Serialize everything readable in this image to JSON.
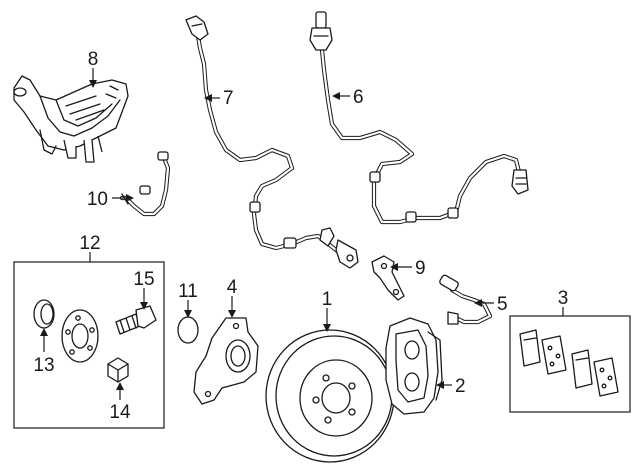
{
  "diagram": {
    "colors": {
      "line": "#1a1a1a",
      "background": "#ffffff"
    },
    "callouts": [
      {
        "id": "1",
        "text": "1"
      },
      {
        "id": "2",
        "text": "2"
      },
      {
        "id": "3",
        "text": "3"
      },
      {
        "id": "4",
        "text": "4"
      },
      {
        "id": "5",
        "text": "5"
      },
      {
        "id": "6",
        "text": "6"
      },
      {
        "id": "7",
        "text": "7"
      },
      {
        "id": "8",
        "text": "8"
      },
      {
        "id": "9",
        "text": "9"
      },
      {
        "id": "10",
        "text": "10"
      },
      {
        "id": "11",
        "text": "11"
      },
      {
        "id": "12",
        "text": "12"
      },
      {
        "id": "13",
        "text": "13"
      },
      {
        "id": "14",
        "text": "14"
      },
      {
        "id": "15",
        "text": "15"
      }
    ]
  }
}
